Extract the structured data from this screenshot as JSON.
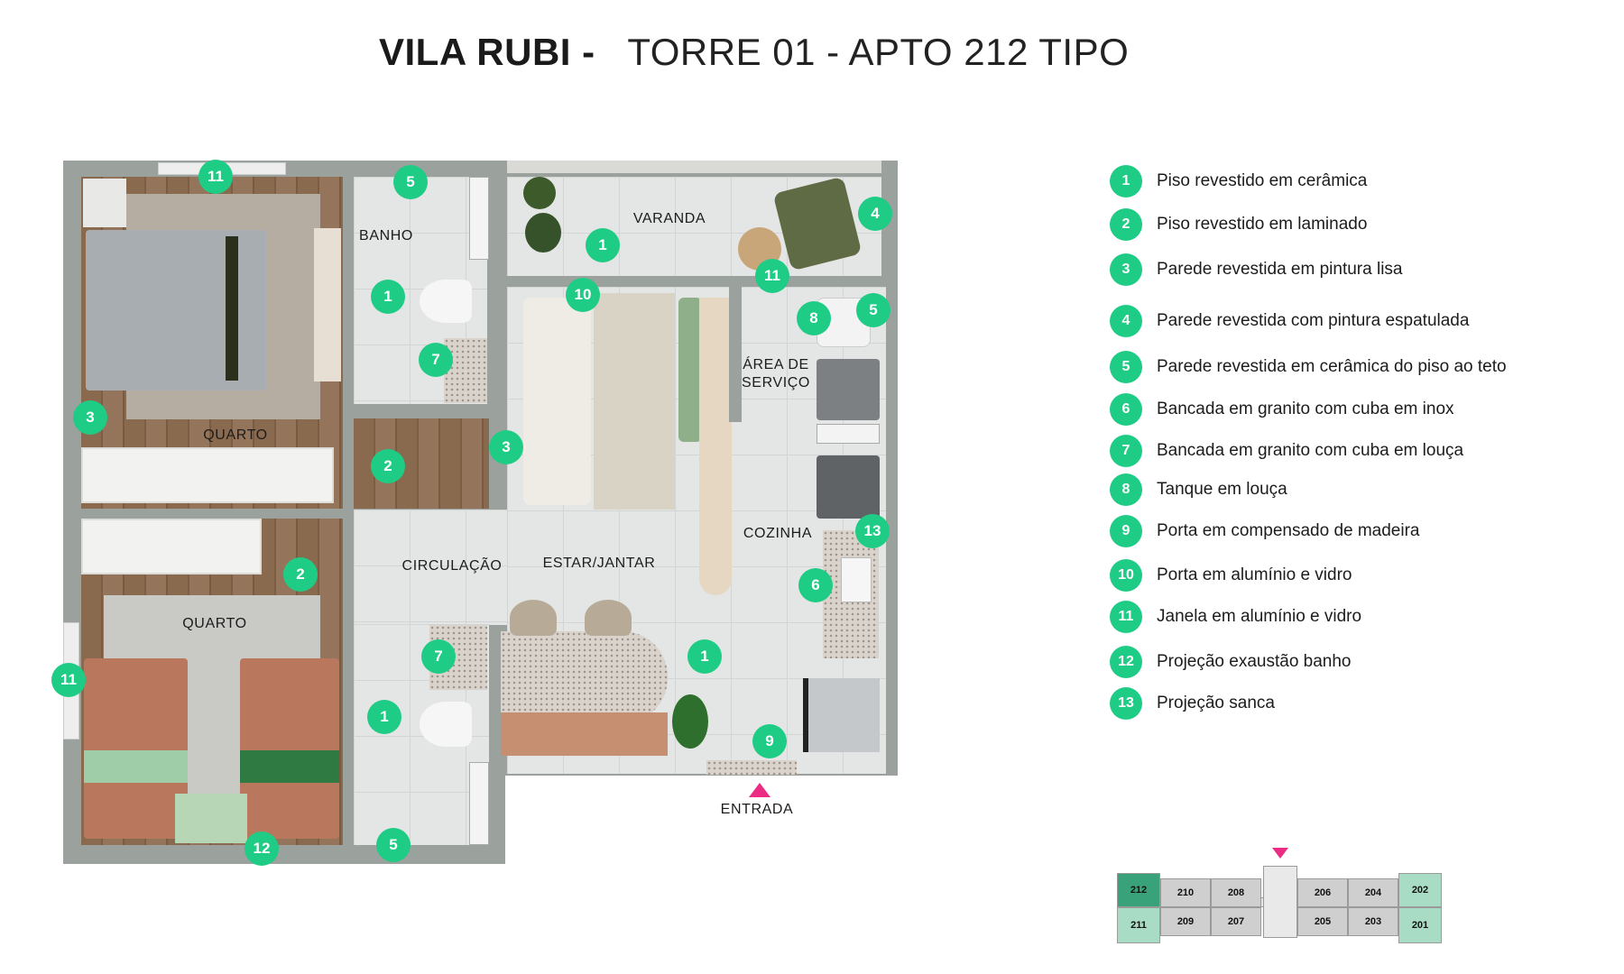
{
  "header": {
    "title_bold": "VILA RUBI -",
    "title_light": "TORRE 01 - APTO 212 TIPO"
  },
  "colors": {
    "badge": "#1fcc85",
    "entrance_marker": "#ec2c83",
    "current_unit": "#3aa27a",
    "corner_units": "#a8dcc5",
    "wall": "#9ba19d"
  },
  "floor_plan": {
    "rooms": {
      "banho_top": "BANHO",
      "varanda": "VARANDA",
      "area_servico_1": "ÁREA DE",
      "area_servico_2": "SERVIÇO",
      "quarto_top": "QUARTO",
      "cozinha": "COZINHA",
      "circulacao": "CIRCULAÇÃO",
      "estar_jantar": "ESTAR/JANTAR",
      "quarto_bottom": "QUARTO"
    },
    "entrance_label": "ENTRADA",
    "markers": [
      {
        "n": "11",
        "where": "window-top-bedroom"
      },
      {
        "n": "5",
        "where": "bath-top-wall"
      },
      {
        "n": "1",
        "where": "varanda-floor"
      },
      {
        "n": "4",
        "where": "varanda-wall"
      },
      {
        "n": "1",
        "where": "bath-top-floor"
      },
      {
        "n": "10",
        "where": "varanda-door"
      },
      {
        "n": "11",
        "where": "service-window"
      },
      {
        "n": "8",
        "where": "tanque"
      },
      {
        "n": "5",
        "where": "service-wall"
      },
      {
        "n": "7",
        "where": "bath-top-counter"
      },
      {
        "n": "3",
        "where": "bedroom-top-wall"
      },
      {
        "n": "3",
        "where": "living-wall"
      },
      {
        "n": "2",
        "where": "hall-floor"
      },
      {
        "n": "13",
        "where": "kitchen-sanca"
      },
      {
        "n": "2",
        "where": "bedroom-bottom-floor"
      },
      {
        "n": "6",
        "where": "kitchen-counter"
      },
      {
        "n": "7",
        "where": "bath-bottom-counter"
      },
      {
        "n": "1",
        "where": "living-floor"
      },
      {
        "n": "11",
        "where": "bedroom-bottom-window"
      },
      {
        "n": "1",
        "where": "bath-bottom-floor"
      },
      {
        "n": "9",
        "where": "entrance-door"
      },
      {
        "n": "12",
        "where": "exhaust-projection"
      },
      {
        "n": "5",
        "where": "bath-bottom-wall"
      }
    ]
  },
  "legend": [
    {
      "n": "1",
      "text": "Piso revestido em cerâmica"
    },
    {
      "n": "2",
      "text": "Piso  revestido em laminado"
    },
    {
      "n": "3",
      "text": "Parede revestida em pintura lisa"
    },
    {
      "n": "4",
      "text": "Parede revestida com pintura espatulada"
    },
    {
      "n": "5",
      "text": "Parede revestida em cerâmica do piso ao teto"
    },
    {
      "n": "6",
      "text": "Bancada em granito com cuba em inox"
    },
    {
      "n": "7",
      "text": "Bancada em granito com cuba em louça"
    },
    {
      "n": "8",
      "text": "Tanque em louça"
    },
    {
      "n": "9",
      "text": "Porta em compensado de madeira"
    },
    {
      "n": "10",
      "text": "Porta em alumínio e vidro"
    },
    {
      "n": "11",
      "text": "Janela em alumínio e vidro"
    },
    {
      "n": "12",
      "text": "Projeção exaustão banho"
    },
    {
      "n": "13",
      "text": "Projeção sanca"
    }
  ],
  "minimap": {
    "top_row": [
      "212",
      "210",
      "208",
      "206",
      "204",
      "202"
    ],
    "bottom_row": [
      "211",
      "209",
      "207",
      "205",
      "203",
      "201"
    ],
    "current_unit": "212"
  }
}
